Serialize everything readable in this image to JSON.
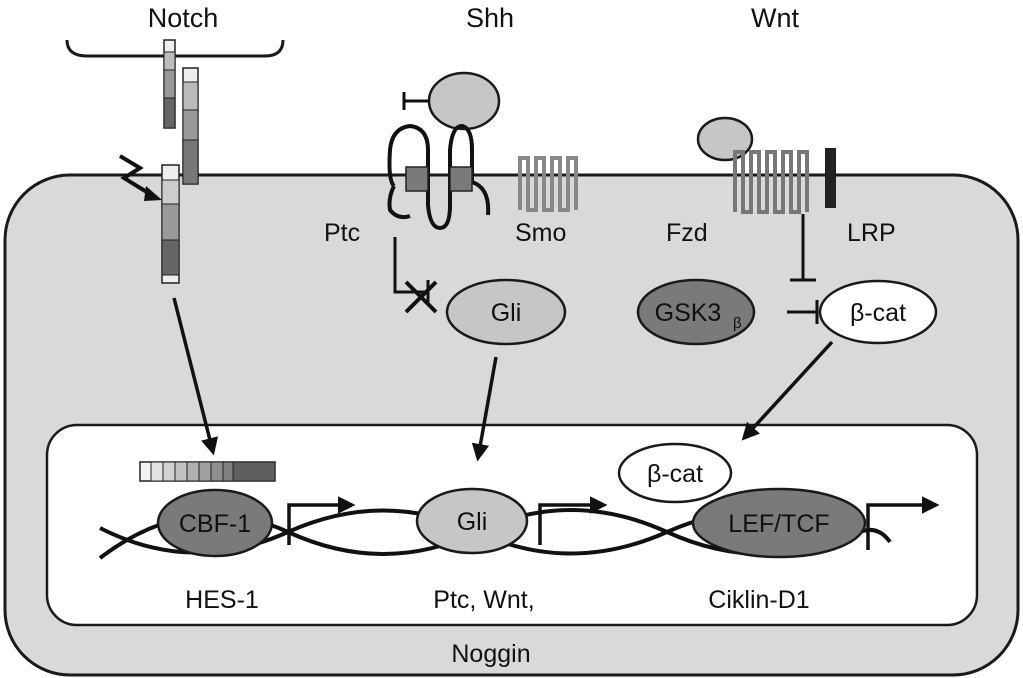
{
  "pathways": {
    "notch": "Notch",
    "shh": "Shh",
    "wnt": "Wnt"
  },
  "membrane": {
    "ptc": "Ptc",
    "smo": "Smo",
    "fzd": "Fzd",
    "lrp": "LRP"
  },
  "cytoplasm": {
    "gli": "Gli",
    "gsk3": "GSK3",
    "gsk3_sub": "β",
    "bcat": "β-cat"
  },
  "nucleus": {
    "cbf1": "CBF-1",
    "gli": "Gli",
    "bcat": "β-cat",
    "leftcf": "LEF/TCF"
  },
  "targets": {
    "hes1": "HES-1",
    "ptc_wnt": "Ptc, Wnt,",
    "ciklin": "Ciklin-D1",
    "noggin": "Noggin"
  },
  "colors": {
    "cell_fill": "#d9d9d9",
    "nucleus_fill": "#ffffff",
    "dark_oval": "#7a7a7a",
    "light_oval": "#c6c6c6",
    "outline": "#1a1a1a"
  }
}
